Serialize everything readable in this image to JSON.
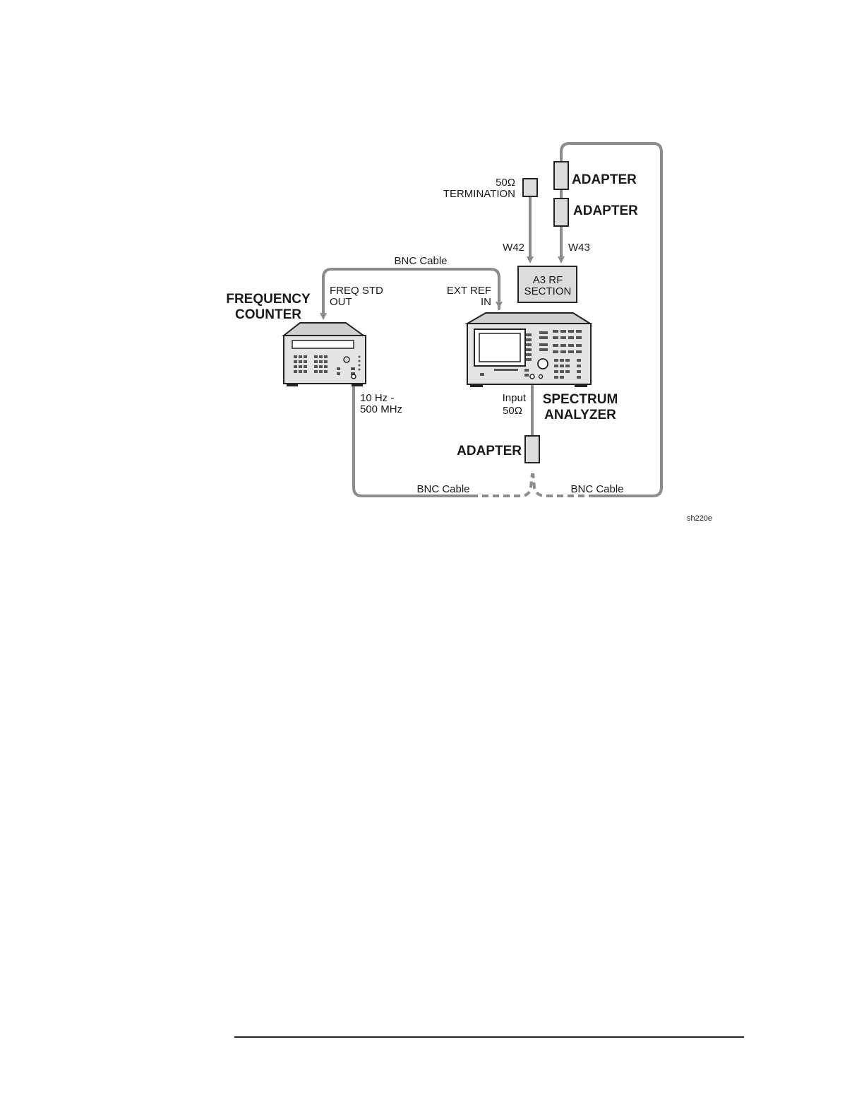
{
  "labels": {
    "termination_value": "50Ω",
    "termination_text": "TERMINATION",
    "adapter_top_1": "ADAPTER",
    "adapter_top_2": "ADAPTER",
    "w42": "W42",
    "w43": "W43",
    "bnc_cable_top": "BNC Cable",
    "a3_line1": "A3 RF",
    "a3_line2": "SECTION",
    "freq_counter_line1": "FREQUENCY",
    "freq_counter_line2": "COUNTER",
    "freq_std_line1": "FREQ STD",
    "freq_std_line2": "OUT",
    "ext_ref_line1": "EXT REF",
    "ext_ref_line2": "IN",
    "counter_input_line1": "10 Hz -",
    "counter_input_line2": "500 MHz",
    "analyzer_input_line1": "Input",
    "analyzer_input_line2": "50Ω",
    "spectrum_line1": "SPECTRUM",
    "spectrum_line2": "ANALYZER",
    "adapter_bottom": "ADAPTER",
    "bnc_cable_bottom_left": "BNC Cable",
    "bnc_cable_bottom_right": "BNC Cable",
    "figure_id": "sh220e"
  },
  "colors": {
    "cable": "#8c8c8c",
    "box_fill": "#dcdcdc",
    "instrument_body": "#e4e4e4",
    "outline": "#222222"
  }
}
